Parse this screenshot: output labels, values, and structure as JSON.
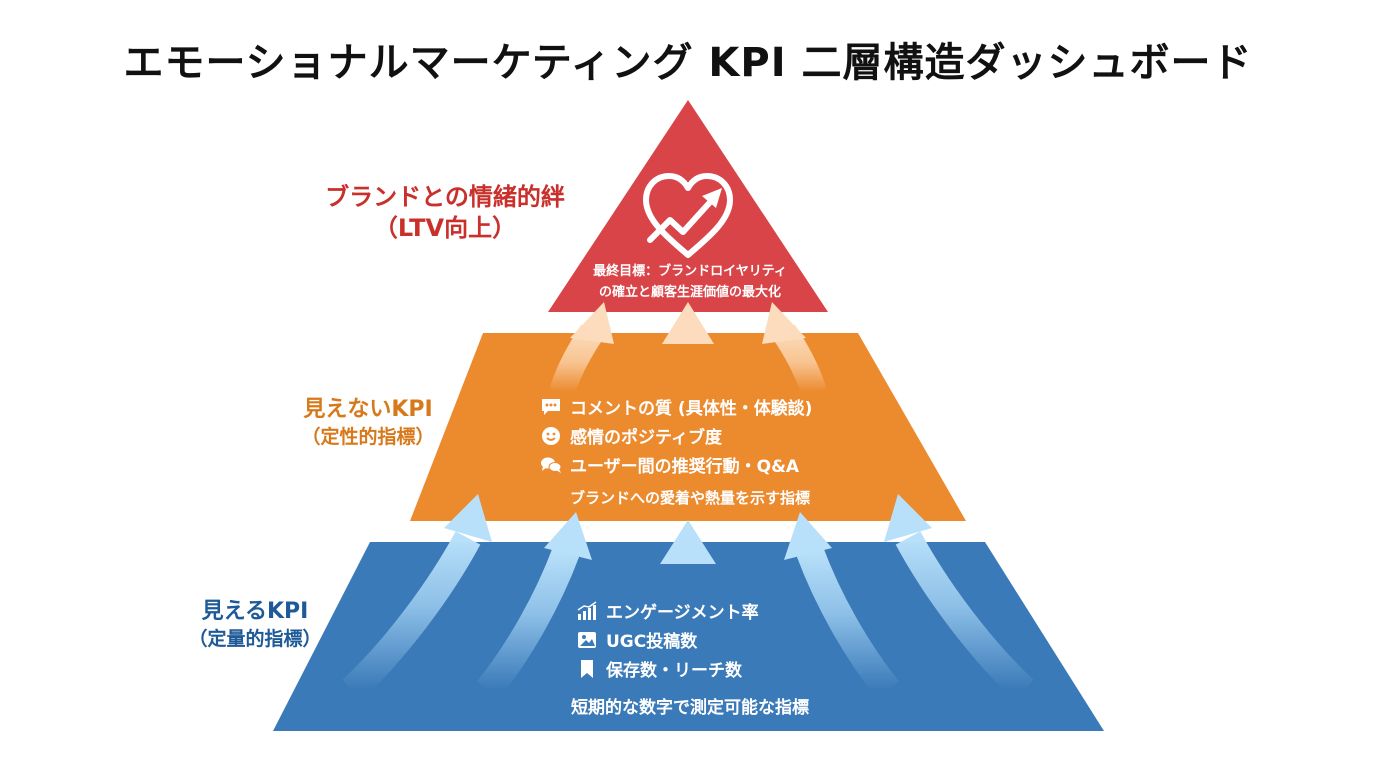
{
  "title": "エモーショナルマーケティング KPI 二層構造ダッシュボード",
  "colors": {
    "top_tier": "#d94448",
    "middle_tier": "#ec8a2e",
    "bottom_tier": "#3b7ab8",
    "top_label": "#c9302c",
    "middle_label": "#d7791b",
    "bottom_label": "#1f5a98"
  },
  "tiers": {
    "top": {
      "label_line1": "ブランドとの情緒的絆",
      "label_line2": "（LTV向上）",
      "icon": "heart-growth-icon",
      "desc_line1": "最終目標：ブランドロイヤリティ",
      "desc_line2": "の確立と顧客生涯価値の最大化"
    },
    "middle": {
      "label_line1": "見えないKPI",
      "label_line2": "（定性的指標）",
      "items": [
        {
          "icon": "comment-icon",
          "text": "コメントの質 (具体性・体験談)"
        },
        {
          "icon": "smile-icon",
          "text": "感情のポジティブ度"
        },
        {
          "icon": "chat-bubbles-icon",
          "text": "ユーザー間の推奨行動・Q&A"
        }
      ],
      "summary": "ブランドへの愛着や熱量を示す指標"
    },
    "bottom": {
      "label_line1": "見えるKPI",
      "label_line2": "（定量的指標）",
      "items": [
        {
          "icon": "bar-chart-icon",
          "text": "エンゲージメント率"
        },
        {
          "icon": "image-icon",
          "text": "UGC投稿数"
        },
        {
          "icon": "bookmark-icon",
          "text": "保存数・リーチ数"
        }
      ],
      "summary": "短期的な数字で測定可能な指標"
    }
  }
}
